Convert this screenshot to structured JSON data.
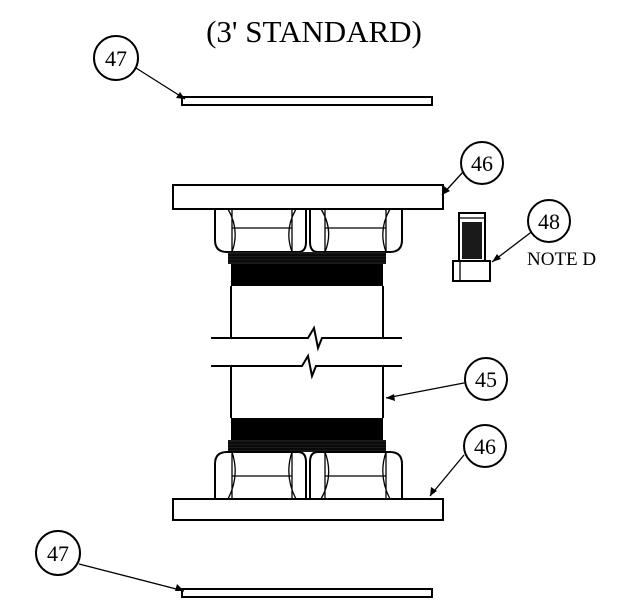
{
  "title": "(3' STANDARD)",
  "callouts": [
    {
      "id": "c47-top",
      "number": "47"
    },
    {
      "id": "c46-top",
      "number": "46"
    },
    {
      "id": "c48",
      "number": "48"
    },
    {
      "id": "c45",
      "number": "45"
    },
    {
      "id": "c46-bottom",
      "number": "46"
    },
    {
      "id": "c47-bottom",
      "number": "47"
    }
  ],
  "note": "NOTE D",
  "colors": {
    "ink": "#000000",
    "background": "#ffffff"
  }
}
